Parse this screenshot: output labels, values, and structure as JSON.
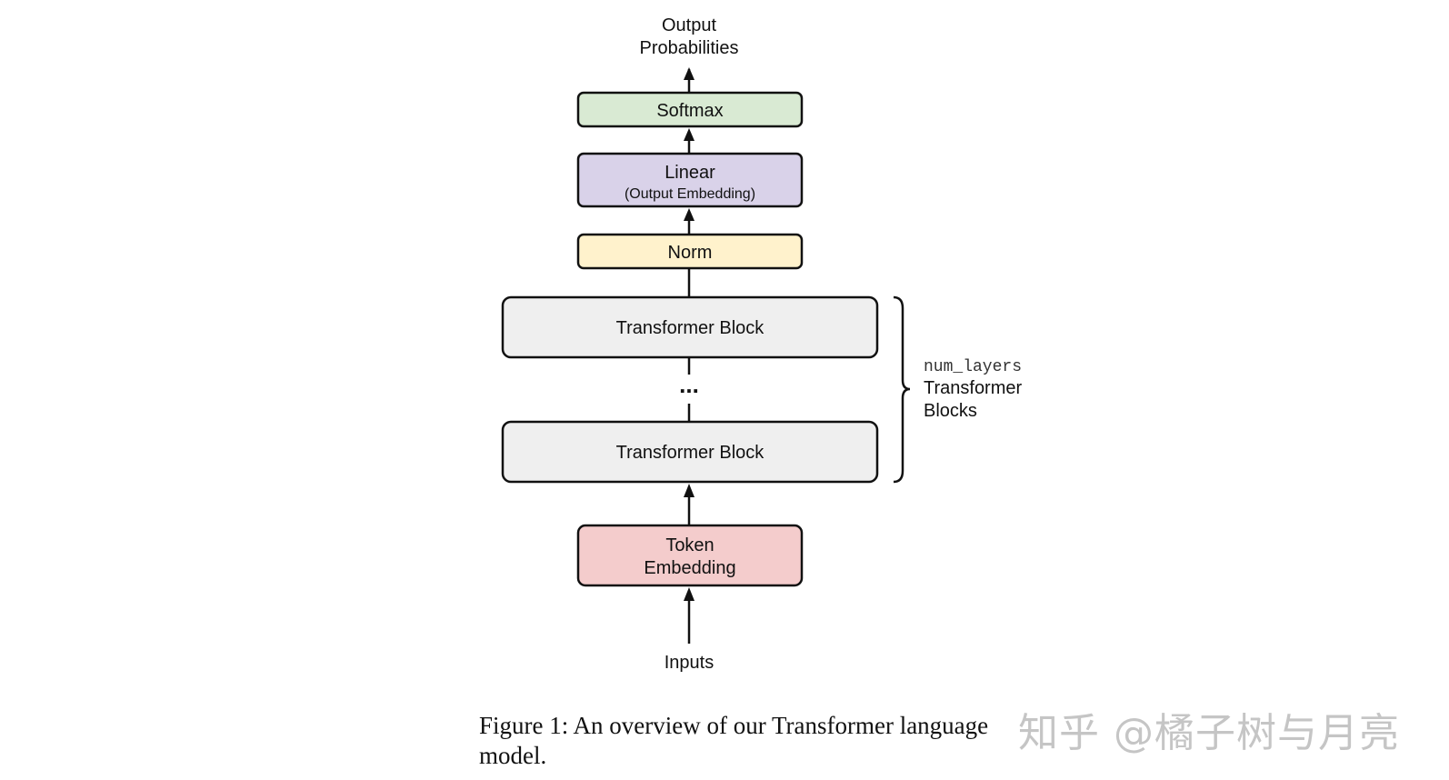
{
  "diagram": {
    "output_label": [
      "Output",
      "Probabilities"
    ],
    "softmax": "Softmax",
    "linear": "Linear",
    "linear_sub": "(Output Embedding)",
    "norm": "Norm",
    "block_top": "Transformer Block",
    "ellipsis": "...",
    "block_bottom": "Transformer Block",
    "token_embedding": [
      "Token",
      "Embedding"
    ],
    "inputs": "Inputs",
    "brace_code": "num_layers",
    "brace_text": [
      "Transformer",
      "Blocks"
    ]
  },
  "colors": {
    "softmax": "#d9ead3",
    "linear": "#d9d2e9",
    "norm": "#fff2cc",
    "block": "#efefef",
    "token_embedding": "#f4cccc",
    "stroke": "#111111"
  },
  "caption": "Figure 1: An overview of our Transformer language model.",
  "watermark": "知乎 @橘子树与月亮"
}
